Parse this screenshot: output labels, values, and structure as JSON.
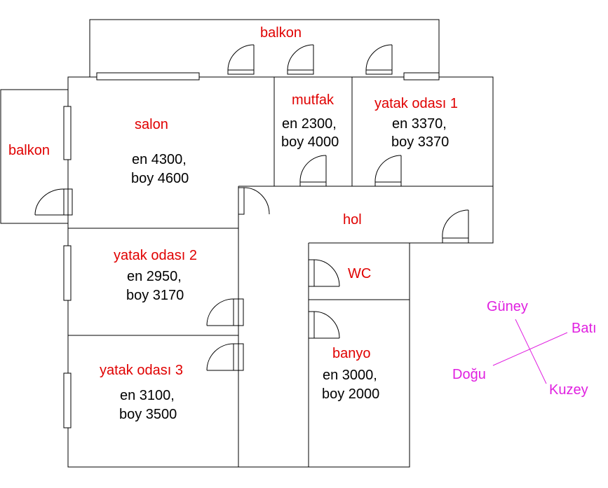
{
  "colors": {
    "room_label": "#e00000",
    "dimension_text": "#000000",
    "compass": "#e020e0",
    "walls": "#000000"
  },
  "rooms": {
    "balkon_top": {
      "name": "balkon"
    },
    "balkon_left": {
      "name": "balkon"
    },
    "salon": {
      "name": "salon",
      "width": "en 4300,",
      "length": "boy 4600"
    },
    "mutfak": {
      "name": "mutfak",
      "width": "en 2300,",
      "length": "boy 4000"
    },
    "yatak1": {
      "name": "yatak odası 1",
      "width": "en 3370,",
      "length": "boy 3370"
    },
    "hol": {
      "name": "hol"
    },
    "yatak2": {
      "name": "yatak odası 2",
      "width": "en 2950,",
      "length": "boy 3170"
    },
    "wc": {
      "name": "WC"
    },
    "yatak3": {
      "name": "yatak odası 3",
      "width": "en 3100,",
      "length": "boy 3500"
    },
    "banyo": {
      "name": "banyo",
      "width": "en 3000,",
      "length": "boy 2000"
    }
  },
  "compass": {
    "south": "Güney",
    "west": "Batı",
    "east": "Doğu",
    "north": "Kuzey"
  }
}
